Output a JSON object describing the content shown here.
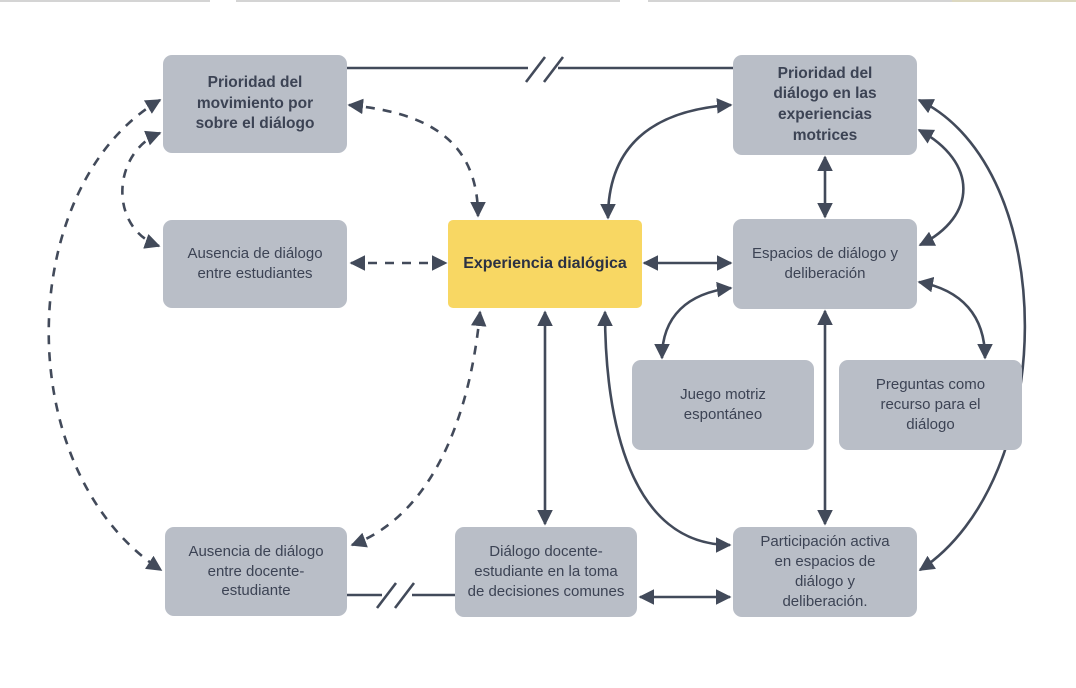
{
  "diagram": {
    "title": "Experiencia dialógica concept map",
    "colors": {
      "background": "#ffffff",
      "node_fill": "#b9bec7",
      "node_text": "#3c4354",
      "highlight_fill": "#f8d763",
      "highlight_text": "#2b3143",
      "line_color": "#424a5a"
    },
    "nodes": [
      {
        "id": "prioridad-movimiento",
        "label": "Prioridad del movimiento por sobre el diálogo",
        "bold": true,
        "fill": "gray"
      },
      {
        "id": "ausencia-estudiantes",
        "label": "Ausencia de diálogo entre estudiantes",
        "bold": false,
        "fill": "gray"
      },
      {
        "id": "experiencia-dialogica",
        "label": "Experiencia dialógica",
        "bold": true,
        "fill": "yellow"
      },
      {
        "id": "prioridad-dialogo",
        "label": "Prioridad del diálogo en las experiencias motrices",
        "bold": true,
        "fill": "gray"
      },
      {
        "id": "espacios-dialogo",
        "label": "Espacios de diálogo y deliberación",
        "bold": false,
        "fill": "gray"
      },
      {
        "id": "juego-motriz",
        "label": "Juego motriz espontáneo",
        "bold": false,
        "fill": "gray"
      },
      {
        "id": "preguntas-recurso",
        "label": "Preguntas como recurso para el diálogo",
        "bold": false,
        "fill": "gray"
      },
      {
        "id": "ausencia-docente",
        "label": "Ausencia de diálogo entre docente-estudiante",
        "bold": false,
        "fill": "gray"
      },
      {
        "id": "dialogo-docente",
        "label": "Diálogo docente-estudiante en la toma de decisiones comunes",
        "bold": false,
        "fill": "gray"
      },
      {
        "id": "participacion-activa",
        "label": "Participación activa en espacios de diálogo y deliberación.",
        "bold": false,
        "fill": "gray"
      }
    ],
    "edges": [
      {
        "from": "prioridad-movimiento",
        "to": "prioridad-dialogo",
        "style": "solid-broken",
        "arrows": "none"
      },
      {
        "from": "prioridad-movimiento",
        "to": "experiencia-dialogica",
        "style": "dashed",
        "arrows": "both"
      },
      {
        "from": "ausencia-estudiantes",
        "to": "experiencia-dialogica",
        "style": "dashed",
        "arrows": "both"
      },
      {
        "from": "prioridad-movimiento",
        "to": "ausencia-estudiantes",
        "style": "dashed",
        "arrows": "both"
      },
      {
        "from": "prioridad-movimiento",
        "to": "ausencia-docente",
        "style": "dashed",
        "arrows": "both"
      },
      {
        "from": "experiencia-dialogica",
        "to": "ausencia-docente",
        "style": "dashed",
        "arrows": "both"
      },
      {
        "from": "experiencia-dialogica",
        "to": "prioridad-dialogo",
        "style": "solid",
        "arrows": "both"
      },
      {
        "from": "experiencia-dialogica",
        "to": "espacios-dialogo",
        "style": "solid",
        "arrows": "both"
      },
      {
        "from": "prioridad-dialogo",
        "to": "espacios-dialogo",
        "style": "solid",
        "arrows": "both"
      },
      {
        "from": "prioridad-dialogo",
        "to": "espacios-dialogo",
        "style": "solid-curve",
        "arrows": "both"
      },
      {
        "from": "espacios-dialogo",
        "to": "juego-motriz",
        "style": "solid",
        "arrows": "both"
      },
      {
        "from": "espacios-dialogo",
        "to": "preguntas-recurso",
        "style": "solid",
        "arrows": "both"
      },
      {
        "from": "prioridad-dialogo",
        "to": "participacion-activa",
        "style": "solid-curve",
        "arrows": "both"
      },
      {
        "from": "experiencia-dialogica",
        "to": "dialogo-docente",
        "style": "solid",
        "arrows": "both"
      },
      {
        "from": "experiencia-dialogica",
        "to": "participacion-activa",
        "style": "solid-curve",
        "arrows": "both"
      },
      {
        "from": "espacios-dialogo",
        "to": "participacion-activa",
        "style": "solid",
        "arrows": "both"
      },
      {
        "from": "dialogo-docente",
        "to": "participacion-activa",
        "style": "solid",
        "arrows": "both"
      },
      {
        "from": "ausencia-docente",
        "to": "dialogo-docente",
        "style": "solid-broken",
        "arrows": "none"
      }
    ]
  }
}
